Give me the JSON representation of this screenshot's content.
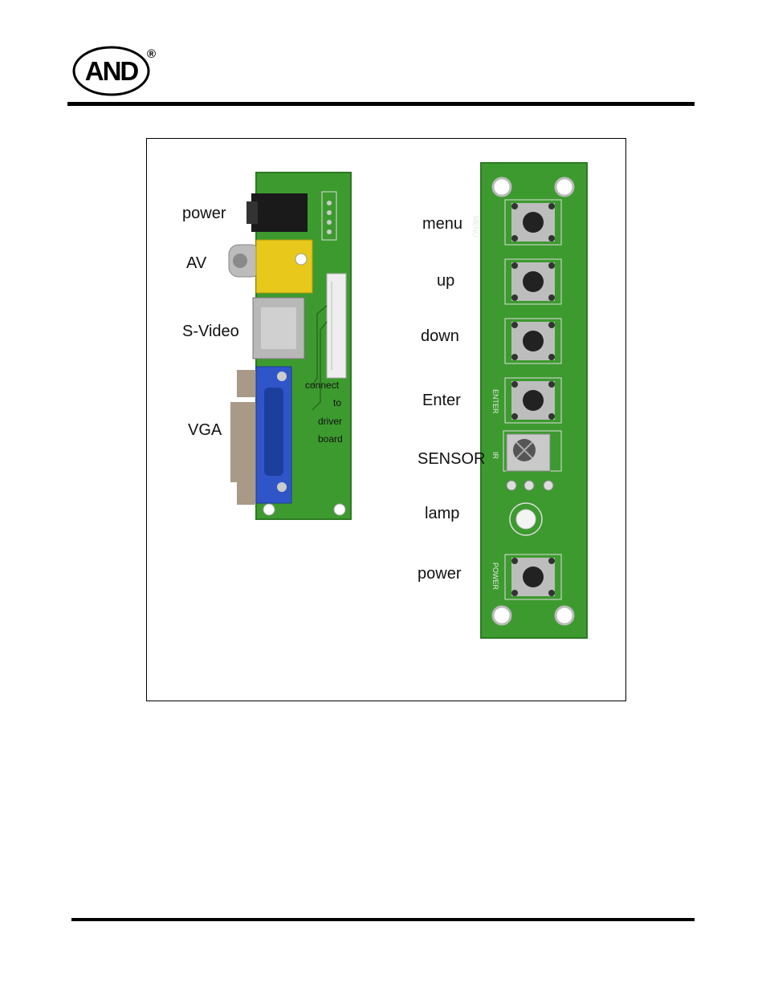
{
  "header": {
    "logo_text": "AND",
    "registered_mark": "®"
  },
  "figure": {
    "io_board": {
      "labels": [
        "power",
        "AV",
        "S-Video",
        "VGA"
      ],
      "note_lines": [
        "connect",
        "to",
        "driver",
        "board"
      ]
    },
    "key_board": {
      "labels": [
        "menu",
        "up",
        "down",
        "Enter",
        "SENSOR",
        "lamp",
        "power"
      ],
      "silkscreen": [
        "MENU",
        "ENTER",
        "IR",
        "POWER"
      ]
    }
  }
}
